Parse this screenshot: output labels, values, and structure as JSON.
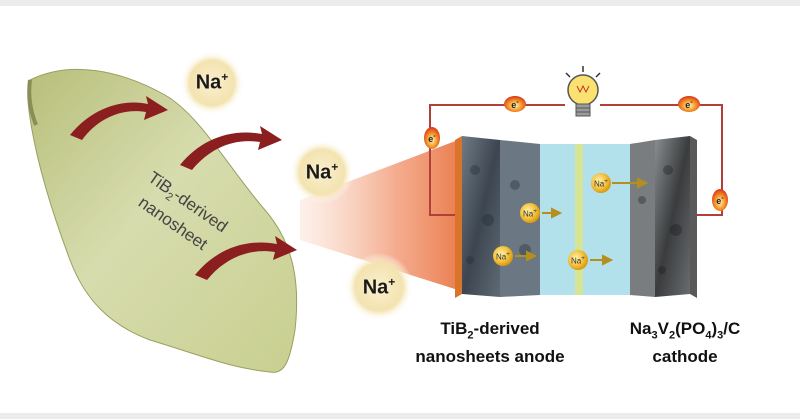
{
  "ions": {
    "label": "Na",
    "charge": "+"
  },
  "sheet": {
    "line1_prefix": "TiB",
    "line1_sub": "2",
    "line1_suffix": "-derived",
    "line2": "nanosheet"
  },
  "anode": {
    "line1_prefix": "TiB",
    "line1_sub": "2",
    "line1_suffix": "-derived",
    "line2": "nanosheets anode"
  },
  "cathode": {
    "p1": "Na",
    "s1": "3",
    "p2": "V",
    "s2": "2",
    "p3": "(PO",
    "s3": "4",
    "p4": ")",
    "s4": "3",
    "p5": "/C",
    "line2": "cathode"
  },
  "electron": {
    "label": "e",
    "charge": "-"
  },
  "colors": {
    "sheet_fill": "#cfd6a0",
    "arrow": "#8b1e1e",
    "wire": "#b0413a",
    "electrolyte": "#9fd8e6",
    "separator": "#d9e58c",
    "ion_glow": "#f3e3b0",
    "beam": "#f2a07a"
  }
}
